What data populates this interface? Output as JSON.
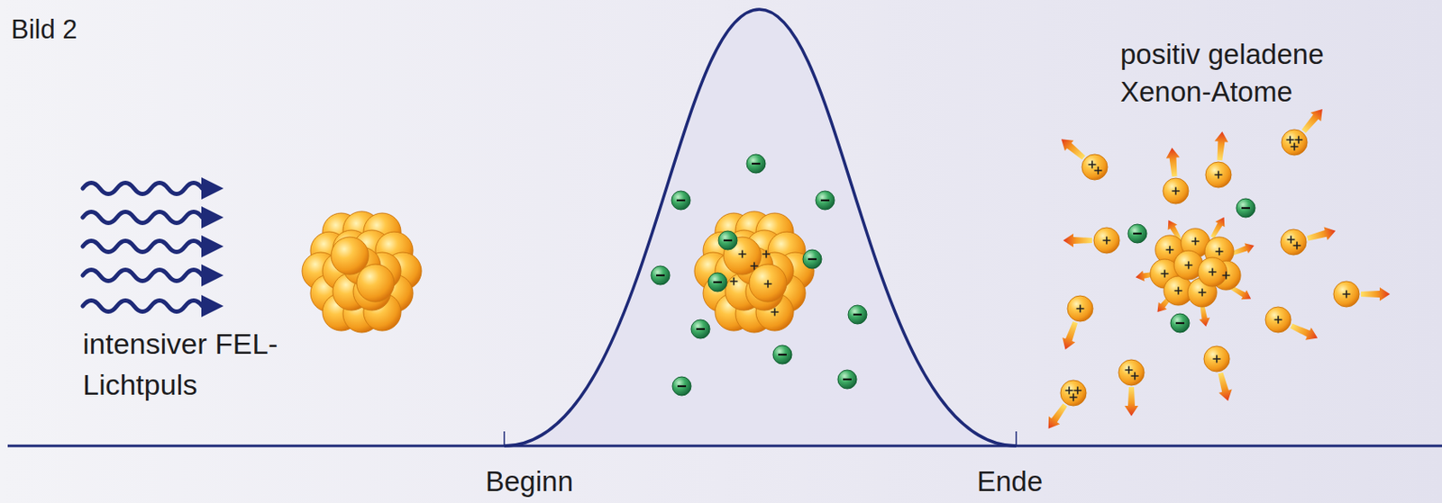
{
  "diagram": {
    "title": "Bild 2",
    "labels": [
      "intensiver FEL-Lichtpuls",
      "Beginn",
      "Ende",
      "positiv geladene Xenon-Atome"
    ]
  }
}
